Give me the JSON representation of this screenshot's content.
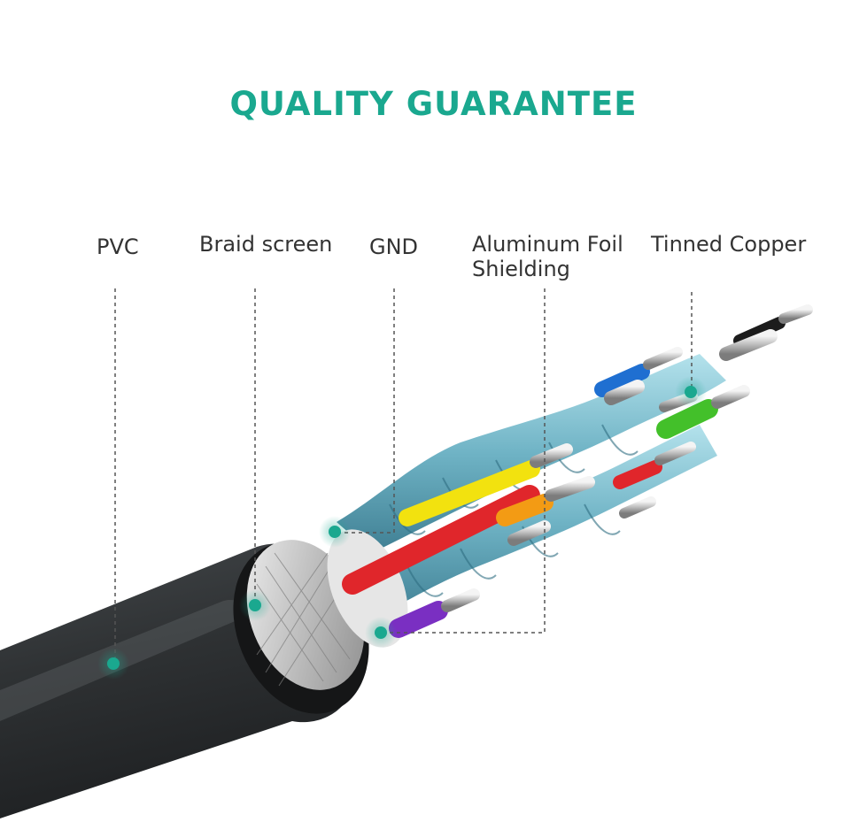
{
  "title": "QUALITY GUARANTEE",
  "colors": {
    "accent": "#1aa88f",
    "jacket": "#2e3133",
    "shield": "#7fc4d4",
    "wire_red": "#e0262b",
    "wire_yellow": "#f2e20f",
    "wire_orange": "#f39b14",
    "wire_purple": "#7a2fc2",
    "wire_blue": "#1f6fd1",
    "wire_green": "#43c02a",
    "wire_black": "#1c1c1c"
  },
  "labels": {
    "pvc": "PVC",
    "braid_screen": "Braid screen",
    "gnd": "GND",
    "aluminum_foil_line1": "Aluminum Foil",
    "aluminum_foil_line2": "Shielding",
    "tinned_copper": "Tinned Copper"
  }
}
